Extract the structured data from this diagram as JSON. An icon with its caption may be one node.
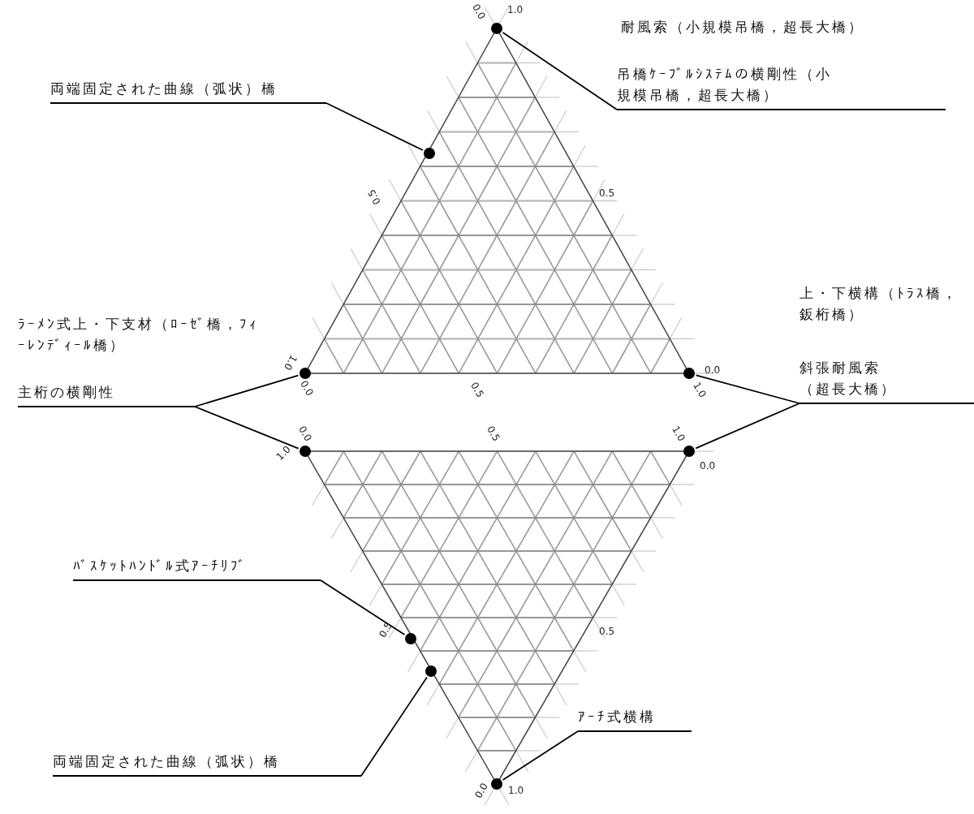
{
  "diagram": {
    "nodes": [
      {
        "text": [
          "両端固定された曲線（弧状）橋"
        ]
      },
      {
        "text": [],
        "shape": "circle"
      },
      {
        "text": [
          "吊橋ｹｰﾌﾞﾙｼｽﾃﾑの横剛性（小規模吊橋，超長大橋）"
        ]
      },
      {
        "text": [],
        "shape": "circle"
      },
      {
        "text": [
          "主桁の横剛性"
        ]
      },
      {
        "text": [],
        "shape": "circle"
      },
      {
        "text": [],
        "shape": "circle"
      },
      {
        "text": [
          "斜張耐風索（超長大橋）"
        ]
      },
      {
        "text": [],
        "shape": "circle"
      },
      {
        "text": [],
        "shape": "circle"
      },
      {
        "text": [
          "ﾊﾞｽｹｯﾄﾊﾝﾄﾞﾙ式ｱｰﾁﾘﾌﾞ"
        ]
      },
      {
        "text": [],
        "shape": "circle"
      },
      {
        "text": [],
        "shape": "circle"
      },
      {
        "text": [
          "両端固定された曲線（弧状）橋"
        ]
      },
      {
        "text": [
          "ｱｰﾁ式横構"
        ]
      },
      {
        "text": [],
        "shape": "circle"
      }
    ],
    "edges": [
      {
        "from": 0,
        "to": 1,
        "arrow": "none"
      },
      {
        "from": 2,
        "to": 3,
        "arrow": "none"
      },
      {
        "from": 4,
        "to": 5,
        "arrow": "none"
      },
      {
        "from": 4,
        "to": 6,
        "arrow": "none"
      },
      {
        "from": 7,
        "to": 8,
        "arrow": "none"
      },
      {
        "from": 7,
        "to": 9,
        "arrow": "none"
      },
      {
        "from": 10,
        "to": 11,
        "arrow": "none"
      },
      {
        "from": 13,
        "to": 12,
        "arrow": "none"
      },
      {
        "from": 14,
        "to": 15,
        "arrow": "none"
      }
    ],
    "labels": [
      "0.0",
      "1.0",
      "耐風索（小規模吊橋，超長大橋）",
      "0.5",
      "0.5",
      "上・下横構（ﾄﾗｽ橋，鈑桁橋）",
      "ﾗｰﾒﾝ式上・下支材（ﾛｰｾﾞ橋，ﾌｨｰﾚﾝﾃﾞｨｰﾙ橋）",
      "1.0",
      "0.0",
      "0.0",
      "0.5",
      "1.0",
      "0.0",
      "0.5",
      "1.0",
      "1.0",
      "0.0",
      "0.5",
      "0.5",
      "0.0",
      "1.0"
    ]
  }
}
